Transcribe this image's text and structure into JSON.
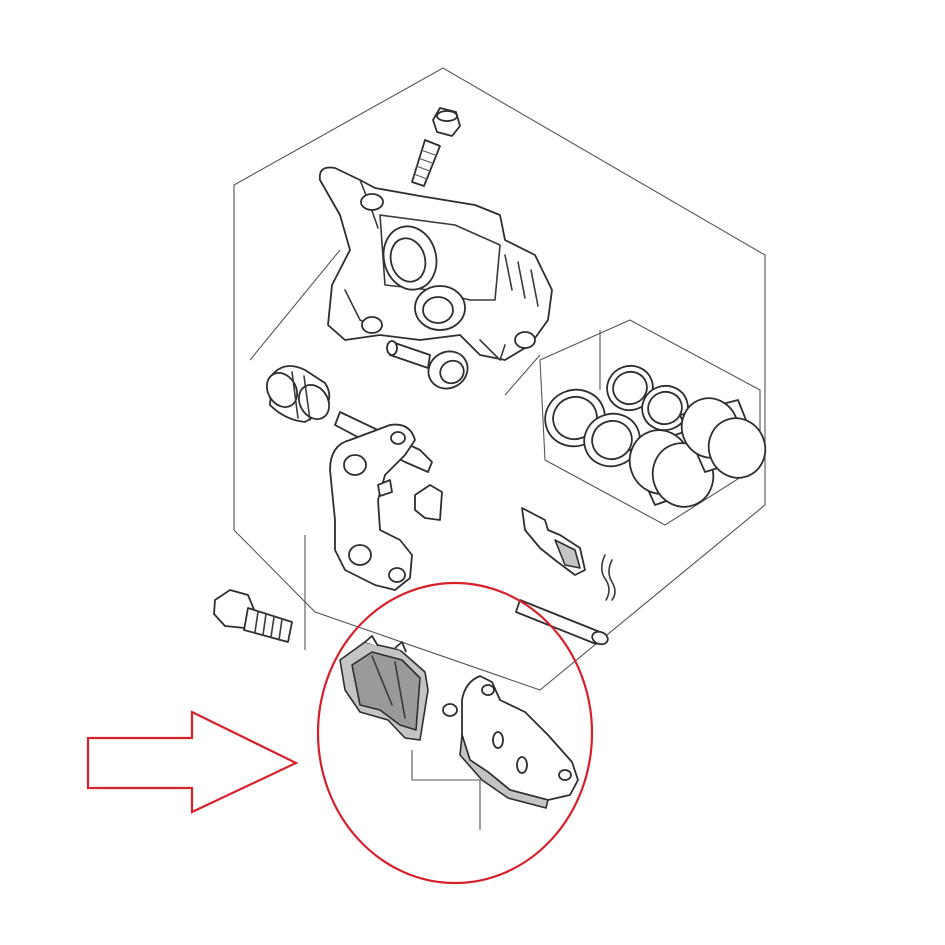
{
  "diagram": {
    "parts": [
      {
        "name": "bleeder-cap"
      },
      {
        "name": "bleeder-screw"
      },
      {
        "name": "caliper-body"
      },
      {
        "name": "piston-seal-set"
      },
      {
        "name": "pistons"
      },
      {
        "name": "slide-pin-boot"
      },
      {
        "name": "slide-pin"
      },
      {
        "name": "caliper-bracket"
      },
      {
        "name": "bracket-bolt"
      },
      {
        "name": "pad-spring"
      },
      {
        "name": "retaining-clip"
      },
      {
        "name": "pad-pin"
      },
      {
        "name": "brake-pads"
      }
    ],
    "colors": {
      "highlight": "#d6212b",
      "line": "#3a3a3a",
      "pad_friction": "#9a9a9a"
    }
  }
}
